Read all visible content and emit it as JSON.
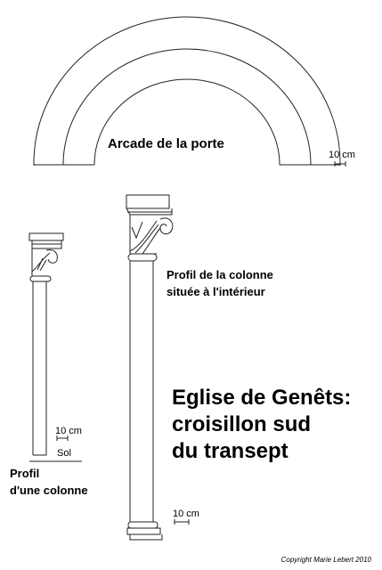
{
  "labels": {
    "arcade": "Arcade de la porte",
    "profil_interieur_line1": "Profil de la colonne",
    "profil_interieur_line2": "située à l'intérieur",
    "profil_colonne_line1": "Profil",
    "profil_colonne_line2": "d'une colonne",
    "sol": "Sol"
  },
  "scale_bars": {
    "arcade": "10 cm",
    "small_column": "10 cm",
    "large_column": "10 cm"
  },
  "title": {
    "line1": "Eglise de Genêts:",
    "line2": "croisillon sud",
    "line3": "du transept"
  },
  "copyright": "Copyright Marie Lebert 2010"
}
